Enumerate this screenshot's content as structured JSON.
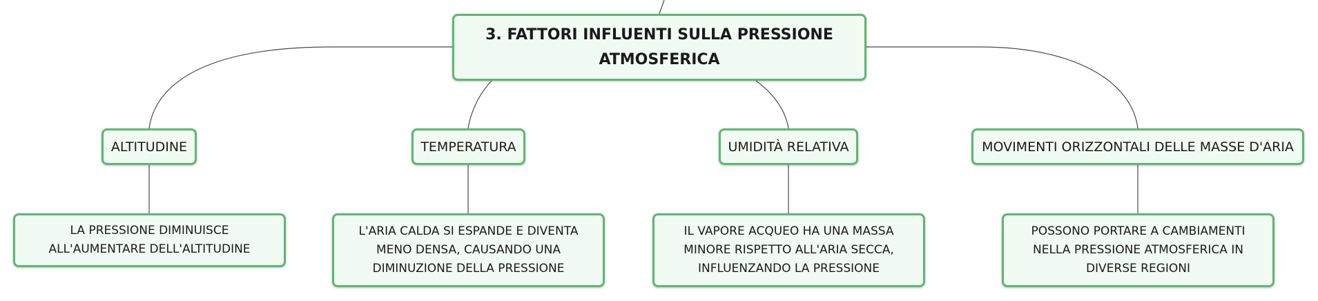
{
  "root": {
    "title": "3. FATTORI INFLUENTI SULLA PRESSIONE ATMOSFERICA"
  },
  "categories": [
    {
      "label": "ALTITUDINE",
      "detail": "LA PRESSIONE DIMINUISCE ALL'AUMENTARE DELL'ALTITUDINE"
    },
    {
      "label": "TEMPERATURA",
      "detail": "L'ARIA CALDA SI ESPANDE E DIVENTA MENO DENSA, CAUSANDO UNA DIMINUZIONE DELLA PRESSIONE"
    },
    {
      "label": "UMIDITÀ RELATIVA",
      "detail": "IL VAPORE ACQUEO HA UNA MASSA MINORE RISPETTO ALL'ARIA SECCA, INFLUENZANDO LA PRESSIONE"
    },
    {
      "label": "MOVIMENTI ORIZZONTALI DELLE MASSE D'ARIA",
      "detail": "POSSONO PORTARE A CAMBIAMENTI NELLA PRESSIONE ATMOSFERICA IN DIVERSE REGIONI"
    }
  ],
  "colors": {
    "node_border": "#5cb870",
    "node_fill": "#f1faf3",
    "connector": "#4a4a4a"
  }
}
